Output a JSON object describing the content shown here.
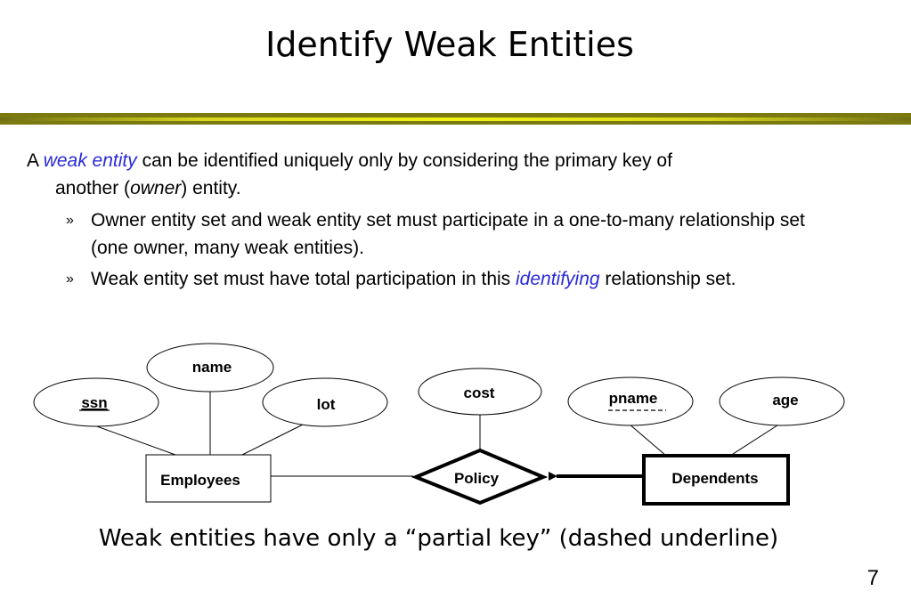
{
  "slide": {
    "title": "Identify Weak Entities",
    "page_number": "7"
  },
  "intro": {
    "prefix": "A ",
    "term": "weak entity",
    "line1_rest": " can be identified uniquely only by considering the primary key of",
    "line2_start": "another (",
    "owner": "owner",
    "line2_end": ") entity."
  },
  "bullets": [
    {
      "marker": "»",
      "text": "Owner entity set and weak entity set must participate in a one-to-many relationship set (one owner, many weak entities)."
    },
    {
      "marker": "»",
      "text_before": "Weak entity set must have total participation in this ",
      "term": "identifying",
      "text_after": " relationship set."
    }
  ],
  "diagram": {
    "attributes": {
      "name": "name",
      "ssn": "ssn",
      "lot": "lot",
      "cost": "cost",
      "pname": "pname",
      "age": "age"
    },
    "entities": {
      "employees": "Employees",
      "dependents": "Dependents"
    },
    "relationship": "Policy"
  },
  "caption": "Weak entities have only a “partial key” (dashed underline)"
}
